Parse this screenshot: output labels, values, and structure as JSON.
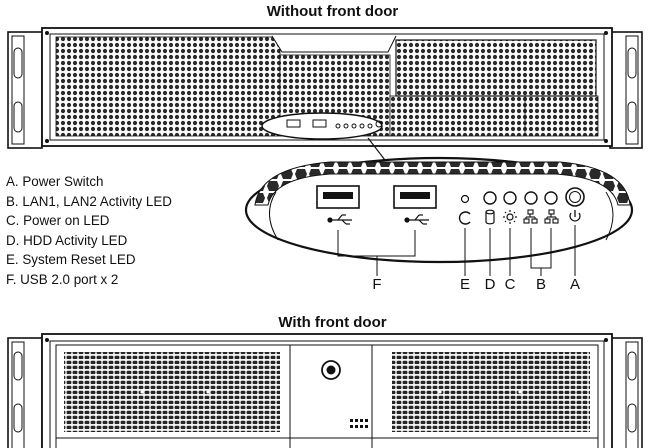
{
  "headings": {
    "without_door": "Without front door",
    "with_door": "With front door"
  },
  "legend": [
    "A. Power Switch",
    "B. LAN1, LAN2 Activity LED",
    "C. Power on LED",
    "D. HDD Activity LED",
    "E. System Reset LED",
    "F. USB 2.0 port x 2"
  ],
  "callouts": {
    "f": "F",
    "e": "E",
    "d": "D",
    "c": "C",
    "b": "B",
    "a": "A"
  }
}
